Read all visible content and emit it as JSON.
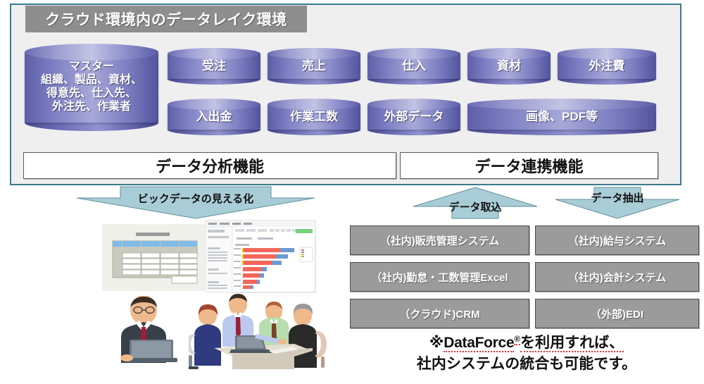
{
  "cloud": {
    "banner_label": "クラウド環境内のデータレイク環境",
    "frame_border_color": "#3a7b8c",
    "frame_bg_color": "#efefef",
    "banner_bg_color": "#8e8e8e"
  },
  "data_stores": {
    "master": "マスター\n組織、製品、資材、\n得意先、仕入先、\n外注先、作業者",
    "master_lines": [
      "マスター",
      "組織、製品、資材、",
      "得意先、仕入先、",
      "外注先、作業者"
    ],
    "row1": [
      {
        "label": "受注"
      },
      {
        "label": "売上"
      },
      {
        "label": "仕入"
      },
      {
        "label": "資材"
      },
      {
        "label": "外注費"
      }
    ],
    "row2": [
      {
        "label": "入出金"
      },
      {
        "label": "作業工数"
      },
      {
        "label": "外部データ"
      },
      {
        "label": "画像、PDF等"
      }
    ],
    "cylinder_color": "#6e70b8"
  },
  "functions": {
    "analysis": "データ分析機能",
    "linkage": "データ連携機能"
  },
  "arrows": {
    "visualize": "ビックデータの見える化",
    "ingest": "データ取込",
    "extract": "データ抽出",
    "fill_color": "#a9cdd6",
    "stroke_color": "#5f8f9c"
  },
  "systems": {
    "left_column": [
      "（社内)販売管理システム",
      "（社内)勤怠・工数管理Excel",
      "（クラウド)CRM"
    ],
    "right_column": [
      "（社内)給与システム",
      "（社内)会計システム",
      "（外部)EDI"
    ],
    "box_color": "#9b9b9b"
  },
  "footnote": {
    "line1_prefix": "※",
    "brand": "DataForce",
    "registered": "®",
    "line1_suffix": "を利用すれば、",
    "line2": "社内システムの統合も可能です。"
  },
  "illustration": {
    "spreadsheet_caption": "",
    "dashboard_caption": "",
    "people_caption": ""
  }
}
